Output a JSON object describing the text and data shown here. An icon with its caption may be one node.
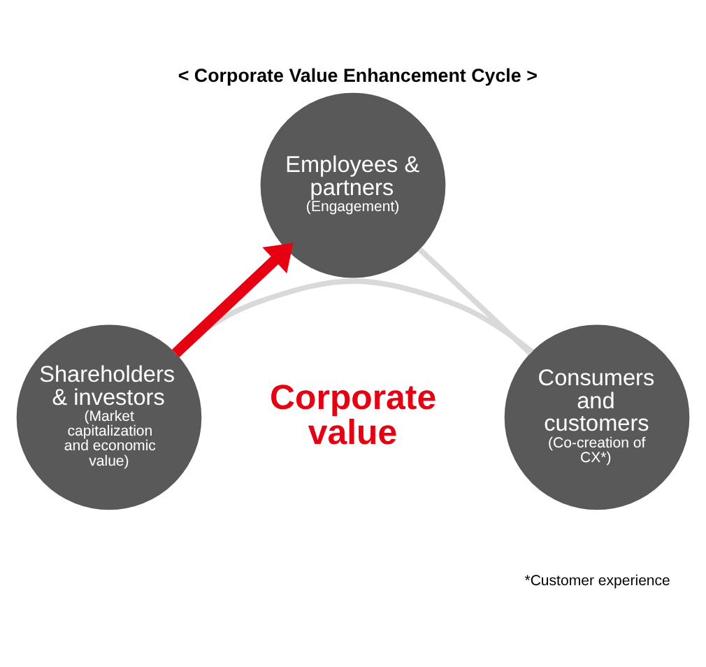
{
  "diagram": {
    "title": "< Corporate Value Enhancement Cycle >",
    "nodes": [
      {
        "text": [
          "Employees & partners",
          "(Engagement)"
        ]
      },
      {
        "text": [
          "Consumers and customers",
          "(Co-creation of CX*)"
        ]
      },
      {
        "text": [
          "Shareholders & investors",
          "(Market capitalization and economic value)"
        ]
      }
    ],
    "edges": [
      {
        "from": 0,
        "to": 1,
        "arrow": "none"
      },
      {
        "from": 1,
        "to": 2,
        "arrow": "none"
      },
      {
        "from": 2,
        "to": 0,
        "arrow": "to",
        "style": "thick",
        "color": "#e60012"
      }
    ],
    "labels": [
      "Corporate value",
      "*Customer experience"
    ]
  }
}
